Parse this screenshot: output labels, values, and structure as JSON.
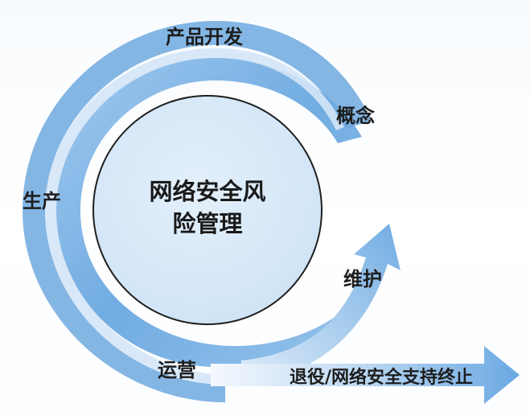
{
  "diagram": {
    "center": {
      "line1": "网络安全风",
      "line2": "险管理"
    },
    "stages": {
      "concept": "概念",
      "development": "产品开发",
      "production": "生产",
      "operations": "运营",
      "maintenance": "维护",
      "retirement": "退役/网络安全支持终止"
    },
    "colors": {
      "arrow_light": "#e4effa",
      "arrow_mid": "#a9cdef",
      "arrow_dark": "#5d9fdc",
      "circle_fill": "#d8e9f8",
      "circle_stroke": "#1f1f1f",
      "text": "#1d1d1d"
    }
  }
}
